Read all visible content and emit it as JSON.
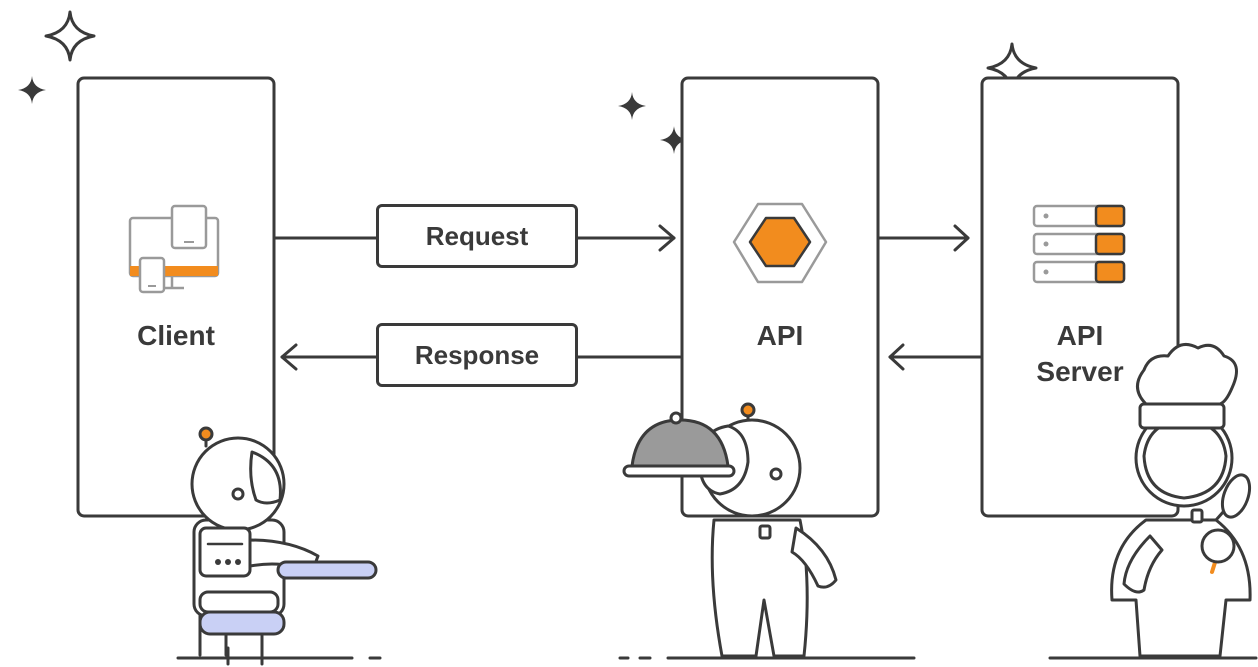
{
  "diagram": {
    "nodes": {
      "client": {
        "label": "Client",
        "icon": "devices-icon"
      },
      "api": {
        "label": "API",
        "icon": "hexagon-icon"
      },
      "server": {
        "label_line1": "API",
        "label_line2": "Server",
        "icon": "server-stack-icon"
      }
    },
    "edges": {
      "request": {
        "label": "Request",
        "from": "Client",
        "to": "API"
      },
      "response": {
        "label": "Response",
        "from": "API",
        "to": "Client"
      }
    },
    "colors": {
      "stroke": "#3a3a3a",
      "accent": "#f28c1e",
      "lavender": "#c9d0f5",
      "grey": "#9a9a9a"
    }
  }
}
